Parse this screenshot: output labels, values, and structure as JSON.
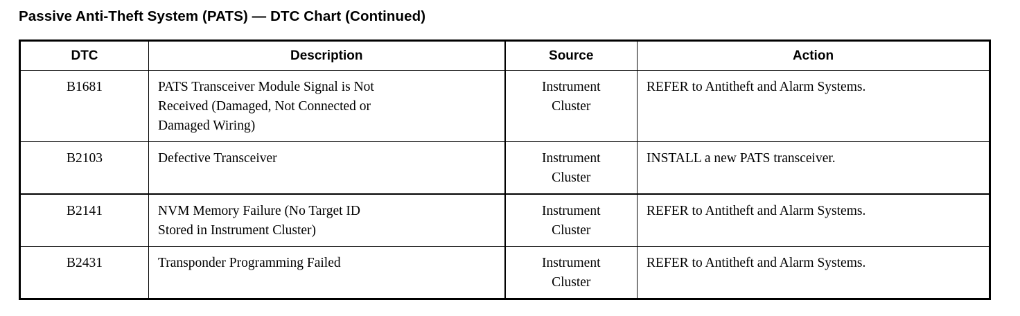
{
  "page": {
    "title": "Passive Anti-Theft System (PATS) — DTC Chart (Continued)",
    "background_color": "#ffffff",
    "text_color": "#000000",
    "rule_color": "#000000"
  },
  "table": {
    "columns": [
      {
        "key": "dtc",
        "label": "DTC",
        "align": "center"
      },
      {
        "key": "description",
        "label": "Description",
        "align": "left"
      },
      {
        "key": "source",
        "label": "Source",
        "align": "center"
      },
      {
        "key": "action",
        "label": "Action",
        "align": "left"
      }
    ],
    "rows": [
      {
        "dtc": "B1681",
        "description_lines": [
          "PATS Transceiver Module Signal is Not",
          "Received (Damaged, Not Connected or",
          "Damaged Wiring)"
        ],
        "description": "PATS Transceiver Module Signal is Not Received (Damaged, Not Connected or Damaged Wiring)",
        "source_lines": [
          "Instrument",
          "Cluster"
        ],
        "source": "Instrument Cluster",
        "action": "REFER to Antitheft and Alarm Systems."
      },
      {
        "dtc": "B2103",
        "description_lines": [
          "Defective Transceiver"
        ],
        "description": "Defective Transceiver",
        "source_lines": [
          "Instrument",
          "Cluster"
        ],
        "source": "Instrument Cluster",
        "action": "INSTALL a new PATS transceiver."
      },
      {
        "dtc": "B2141",
        "description_lines": [
          "NVM Memory Failure (No Target ID",
          "Stored in Instrument Cluster)"
        ],
        "description": "NVM Memory Failure (No Target ID Stored in Instrument Cluster)",
        "source_lines": [
          "Instrument",
          "Cluster"
        ],
        "source": "Instrument Cluster",
        "action": "REFER to Antitheft and Alarm Systems."
      },
      {
        "dtc": "B2431",
        "description_lines": [
          "Transponder Programming Failed"
        ],
        "description": "Transponder Programming Failed",
        "source_lines": [
          "Instrument",
          "Cluster"
        ],
        "source": "Instrument Cluster",
        "action": "REFER to Antitheft and Alarm Systems."
      }
    ]
  }
}
